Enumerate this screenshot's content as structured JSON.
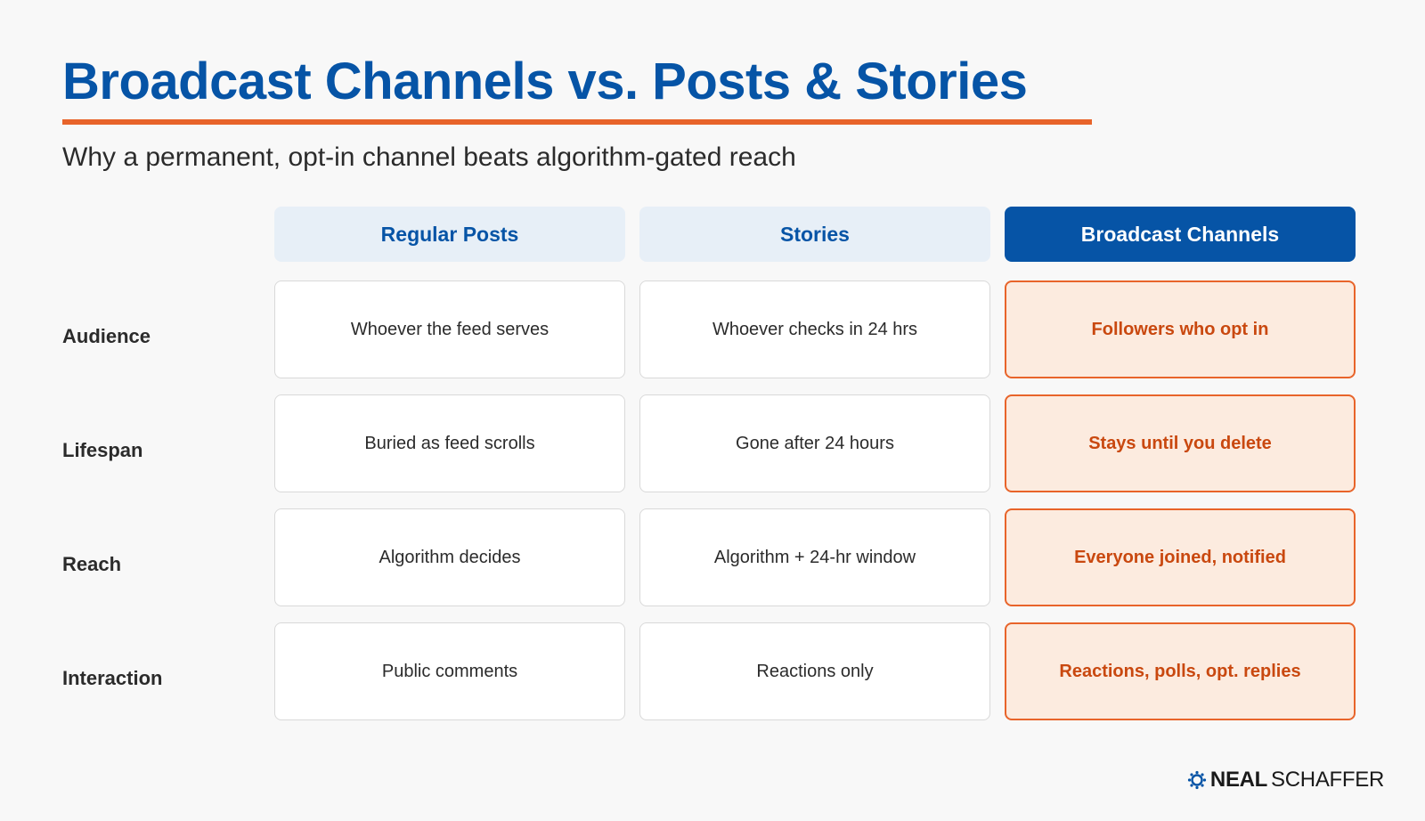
{
  "title": "Broadcast Channels vs. Posts & Stories",
  "subtitle": "Why a permanent, opt-in channel beats algorithm-gated reach",
  "columns": [
    "Regular Posts",
    "Stories",
    "Broadcast Channels"
  ],
  "featured_column": "Broadcast Channels",
  "rows": [
    {
      "label": "Audience",
      "cells": [
        "Whoever the feed serves",
        "Whoever checks in 24 hrs",
        "Followers who opt in"
      ]
    },
    {
      "label": "Lifespan",
      "cells": [
        "Buried as feed scrolls",
        "Gone after 24 hours",
        "Stays until you delete"
      ]
    },
    {
      "label": "Reach",
      "cells": [
        "Algorithm decides",
        "Algorithm + 24-hr window",
        "Everyone joined, notified"
      ]
    },
    {
      "label": "Interaction",
      "cells": [
        "Public comments",
        "Reactions only",
        "Reactions, polls, opt. replies"
      ]
    }
  ],
  "logo": {
    "first": "NEAL",
    "last": "SCHAFFER",
    "icon": "gear-icon"
  },
  "colors": {
    "title": "#0654a6",
    "accent": "#e8642a",
    "featured_header": "#0654a6",
    "featured_cell_bg": "#fcebdf",
    "featured_text": "#c9480f",
    "plain_header_bg": "#e7eff7"
  }
}
